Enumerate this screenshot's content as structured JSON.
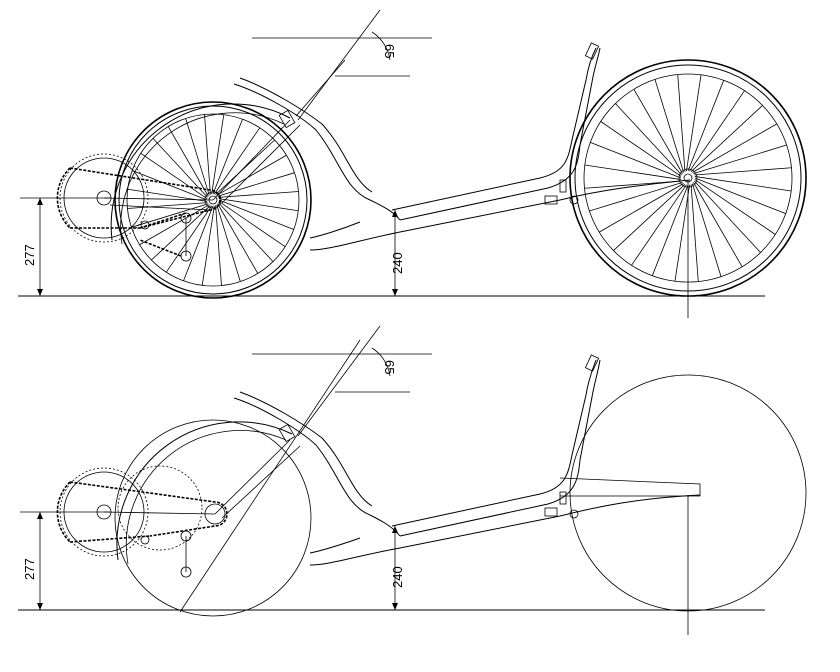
{
  "views": [
    {
      "id": "top",
      "dimensions": {
        "seat_height": "277",
        "bb_height": "240",
        "head_angle": "65"
      }
    },
    {
      "id": "bottom",
      "dimensions": {
        "seat_height": "277",
        "bb_height": "240",
        "head_angle": "65"
      }
    }
  ]
}
